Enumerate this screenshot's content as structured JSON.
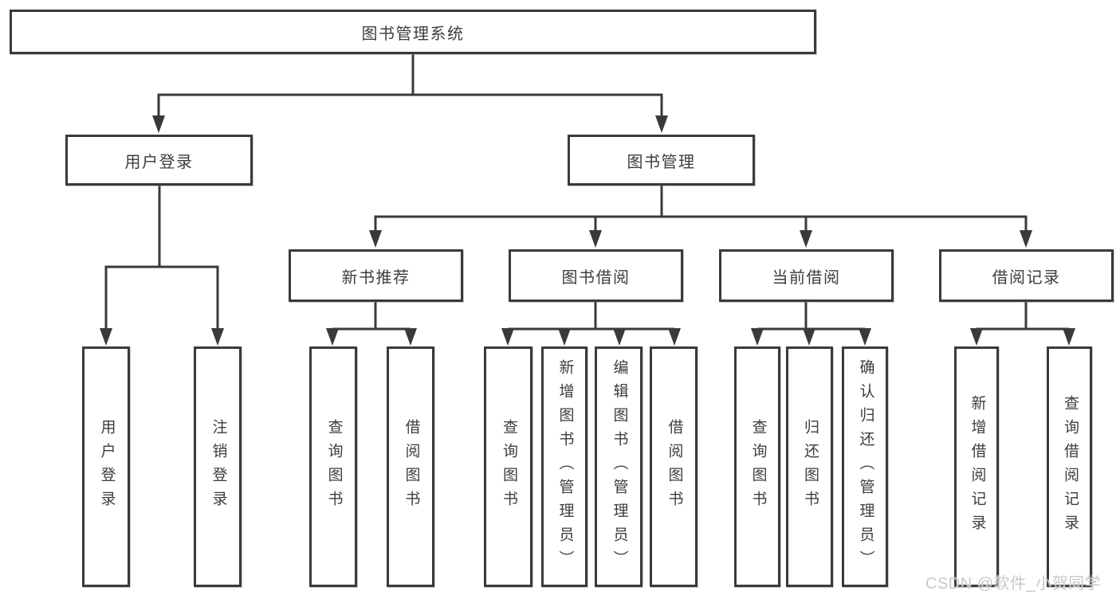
{
  "org": {
    "root": "图书管理系统",
    "level2": [
      "用户登录",
      "图书管理"
    ],
    "level3": [
      "新书推荐",
      "图书借阅",
      "当前借阅",
      "借阅记录"
    ],
    "leaves": {
      "user_login": [
        "用户登录",
        "注销登录"
      ],
      "new_book": [
        "查询图书",
        "借阅图书"
      ],
      "book_borrow": [
        "查询图书",
        "新增图书（管理员）",
        "编辑图书（管理员）",
        "借阅图书"
      ],
      "current_borrow": [
        "查询图书",
        "归还图书",
        "确认归还（管理员）"
      ],
      "borrow_record": [
        "新增借阅记录",
        "查询借阅记录"
      ]
    }
  },
  "watermark": "CSDN @软件_小贺同学",
  "colors": {
    "line": "#3a3a3a",
    "text": "#3d3d3d",
    "watermark": "#c8c8c8",
    "background": "#ffffff"
  }
}
